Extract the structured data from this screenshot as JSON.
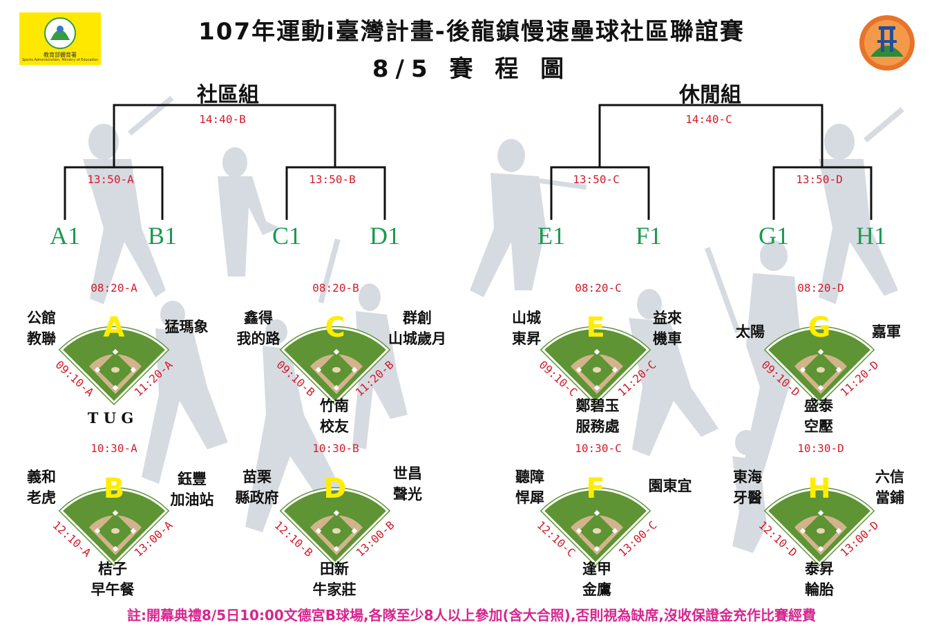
{
  "header": {
    "title_line1": "107年運動i臺灣計畫-後龍鎮慢速壘球社區聯誼賽",
    "title_line2": "8/5 賽 程 圖"
  },
  "logos": {
    "left_cn": "教育部體育署",
    "left_en": "Sports Administration, Ministry of Education"
  },
  "groups": {
    "community": "社區組",
    "leisure": "休閒組"
  },
  "bracket": {
    "final_left": "14:40-B",
    "final_right": "14:40-C",
    "semi_a": "13:50-A",
    "semi_b": "13:50-B",
    "semi_c": "13:50-C",
    "semi_d": "13:50-D",
    "slots": [
      "A1",
      "B1",
      "C1",
      "D1",
      "E1",
      "F1",
      "G1",
      "H1"
    ]
  },
  "fields": [
    {
      "letter": "A",
      "top_time": "08:20-A",
      "left_time": "09:10-A",
      "right_time": "11:20-A",
      "team_left": "公館\n教聯",
      "team_right": "猛瑪象",
      "team_bottom": "T U G"
    },
    {
      "letter": "C",
      "top_time": "08:20-B",
      "left_time": "09:10-B",
      "right_time": "11:20-B",
      "team_left": "鑫得\n我的路",
      "team_right": "群創\n山城歲月",
      "team_bottom": "竹南\n校友"
    },
    {
      "letter": "E",
      "top_time": "08:20-C",
      "left_time": "09:10-C",
      "right_time": "11:20-C",
      "team_left": "山城\n東昇",
      "team_right": "益來\n機車",
      "team_bottom": "鄭碧玉\n服務處"
    },
    {
      "letter": "G",
      "top_time": "08:20-D",
      "left_time": "09:10-D",
      "right_time": "11:20-D",
      "team_left": "太陽",
      "team_right": "嘉軍",
      "team_bottom": "盛泰\n空壓"
    },
    {
      "letter": "B",
      "top_time": "10:30-A",
      "left_time": "12:10-A",
      "right_time": "13:00-A",
      "team_left": "義和\n老虎",
      "team_right": "鈺豐\n加油站",
      "team_bottom": "桔子\n早午餐"
    },
    {
      "letter": "D",
      "top_time": "10:30-B",
      "left_time": "12:10-B",
      "right_time": "13:00-B",
      "team_left": "苗栗\n縣政府",
      "team_right": "世昌\n聲光",
      "team_bottom": "田新\n牛家莊"
    },
    {
      "letter": "F",
      "top_time": "10:30-C",
      "left_time": "12:10-C",
      "right_time": "13:00-C",
      "team_left": "聽障\n悍犀",
      "team_right": "園東宜",
      "team_bottom": "逢甲\n金鷹"
    },
    {
      "letter": "H",
      "top_time": "10:30-D",
      "left_time": "12:10-D",
      "right_time": "13:00-D",
      "team_left": "東海\n牙醫",
      "team_right": "六信\n當鋪",
      "team_bottom": "泰昇\n輪胎"
    }
  ],
  "note": "註:開幕典禮8/5日10:00文德宮B球場,各隊至少8人以上參加(含大合照),否則視為缺席,沒收保證金充作比賽經費",
  "colors": {
    "field": "#5e9434",
    "infield": "#d2b48c",
    "time": "#d11b2a",
    "slot": "#1a9a50",
    "note": "#d6268f",
    "silhouette": "#c8ced6"
  }
}
